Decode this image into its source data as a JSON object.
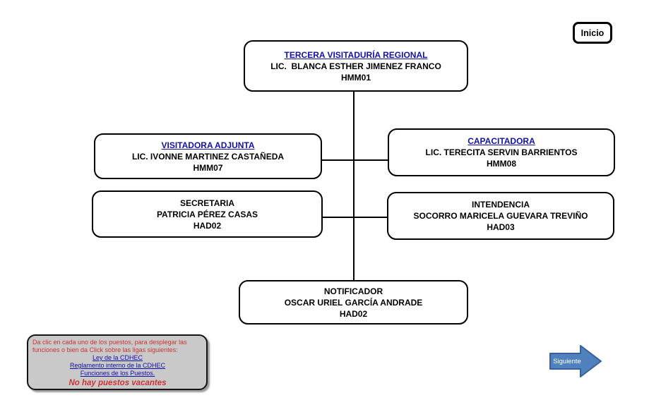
{
  "colors": {
    "link_blue": "#1111a8",
    "box_border": "#000000",
    "box_text": "#000000",
    "note_bg": "#c9c9c9",
    "note_red": "#cc3333",
    "arrow_fill": "#4f81bd",
    "arrow_border": "#38619c",
    "arrow_text": "#ffffff"
  },
  "inicio_button": {
    "label": "Inicio"
  },
  "org_chart": {
    "nodes": [
      {
        "title": "TERCERA VISITADURÍA REGIONAL",
        "person": "LIC.  BLANCA ESTHER JIMENEZ FRANCO",
        "code": "HMM01"
      },
      {
        "title": "VISITADORA ADJUNTA",
        "person": "LIC. IVONNE MARTINEZ CASTAÑEDA",
        "code": "HMM07"
      },
      {
        "title": "CAPACITADORA",
        "person": "LIC. TERECITA SERVIN BARRIENTOS",
        "code": "HMM08"
      },
      {
        "title": "SECRETARIA",
        "person": "PATRICIA PÉREZ CASAS",
        "code": "HAD02"
      },
      {
        "title": "INTENDENCIA",
        "person": "SOCORRO MARICELA GUEVARA TREVIÑO",
        "code": "HAD03"
      },
      {
        "title": "NOTIFICADOR",
        "person": "OSCAR URIEL GARCÍA ANDRADE",
        "code": "HAD02"
      }
    ]
  },
  "note_box": {
    "intro": "Da clic en cada uno de los puestos, para desplegar las funciones o bien da Click sobre las ligas siguientes:",
    "links": [
      "Ley de la CDHEC",
      "Reglamento interno de la CDHEC",
      "Funciones de los Puestos."
    ],
    "footer": "No hay puestos vacantes"
  },
  "next_button": {
    "label": "Siguiente"
  }
}
